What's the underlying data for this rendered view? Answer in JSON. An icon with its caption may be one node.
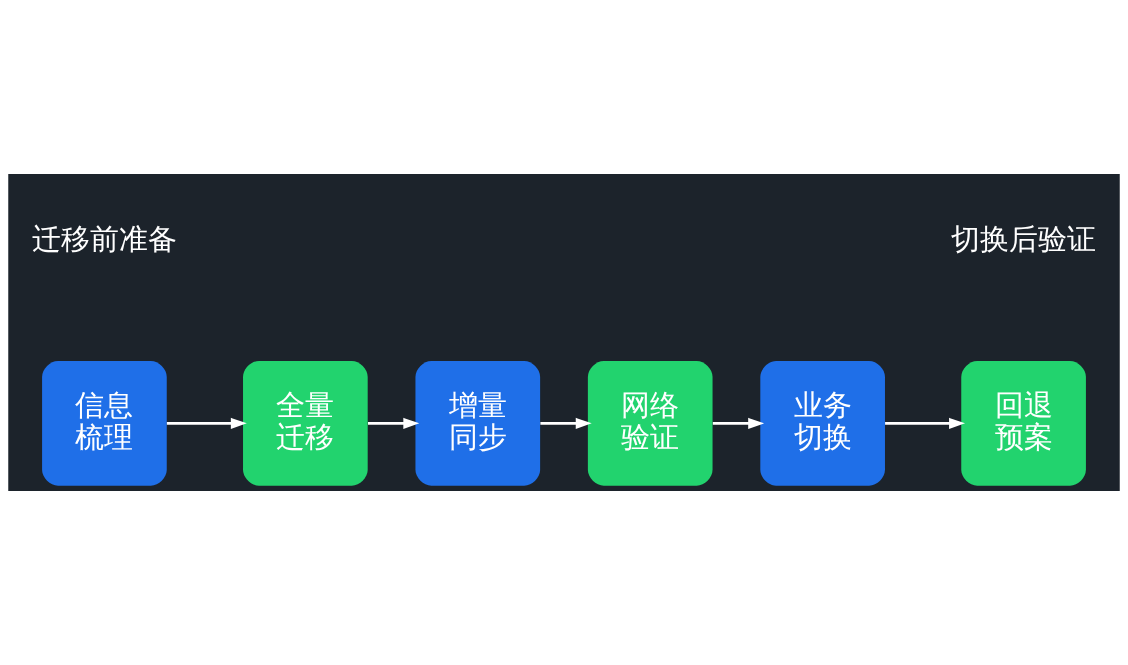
{
  "diagram": {
    "nodes": [
      {
        "text": [
          "信息梳理"
        ]
      },
      {
        "text": [
          "全量迁移"
        ]
      },
      {
        "text": [
          "增量同步"
        ]
      },
      {
        "text": [
          "网络验证"
        ]
      },
      {
        "text": [
          "业务切换"
        ]
      },
      {
        "text": [
          "回退预案"
        ]
      }
    ],
    "edges": [
      {
        "from": 0,
        "to": 1,
        "arrow": "to"
      },
      {
        "from": 1,
        "to": 2,
        "arrow": "to"
      },
      {
        "from": 2,
        "to": 3,
        "arrow": "to"
      },
      {
        "from": 3,
        "to": 4,
        "arrow": "to"
      },
      {
        "from": 4,
        "to": 5,
        "arrow": "to"
      }
    ],
    "labels": [
      "迁移前准备",
      "切换后验证"
    ]
  }
}
